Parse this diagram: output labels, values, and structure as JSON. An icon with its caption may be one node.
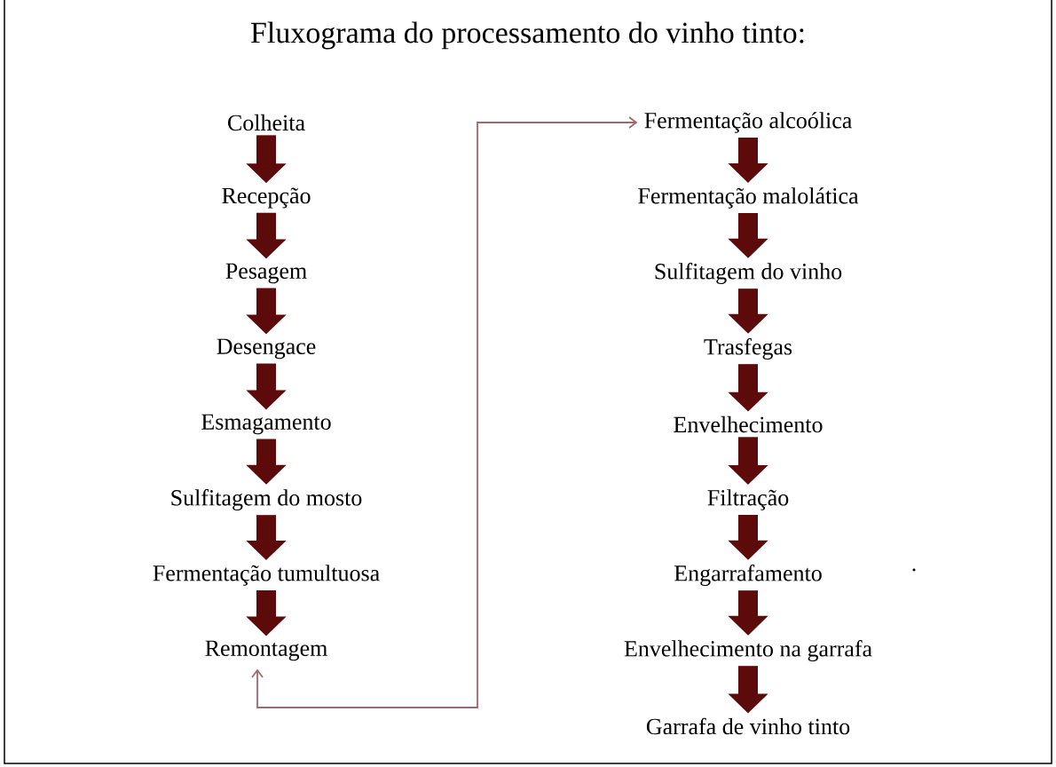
{
  "diagram": {
    "title": "Fluxograma do processamento do vinho tinto:",
    "nodes": [
      {
        "text": [
          "Colheita"
        ]
      },
      {
        "text": [
          "Recepção"
        ]
      },
      {
        "text": [
          "Pesagem"
        ]
      },
      {
        "text": [
          "Desengace"
        ]
      },
      {
        "text": [
          "Esmagamento"
        ]
      },
      {
        "text": [
          "Sulfitagem do mosto"
        ]
      },
      {
        "text": [
          "Fermentação tumultuosa"
        ]
      },
      {
        "text": [
          "Remontagem"
        ]
      },
      {
        "text": [
          "Fermentação alcoólica"
        ]
      },
      {
        "text": [
          "Fermentação malolática"
        ]
      },
      {
        "text": [
          "Sulfitagem do vinho"
        ]
      },
      {
        "text": [
          "Trasfegas"
        ]
      },
      {
        "text": [
          "Envelhecimento"
        ]
      },
      {
        "text": [
          "Filtração"
        ]
      },
      {
        "text": [
          "Engarrafamento"
        ]
      },
      {
        "text": [
          "Envelhecimento na garrafa"
        ]
      },
      {
        "text": [
          "Garrafa de vinho tinto"
        ]
      }
    ],
    "edges": [
      {
        "from": 0,
        "to": 1,
        "arrow": "to"
      },
      {
        "from": 1,
        "to": 2,
        "arrow": "to"
      },
      {
        "from": 2,
        "to": 3,
        "arrow": "to"
      },
      {
        "from": 3,
        "to": 4,
        "arrow": "to"
      },
      {
        "from": 4,
        "to": 5,
        "arrow": "to"
      },
      {
        "from": 5,
        "to": 6,
        "arrow": "to"
      },
      {
        "from": 6,
        "to": 7,
        "arrow": "to"
      },
      {
        "from": 7,
        "to": 8,
        "arrow": "both",
        "color": "#a0686e"
      },
      {
        "from": 8,
        "to": 9,
        "arrow": "to"
      },
      {
        "from": 9,
        "to": 10,
        "arrow": "to"
      },
      {
        "from": 10,
        "to": 11,
        "arrow": "to"
      },
      {
        "from": 11,
        "to": 12,
        "arrow": "to"
      },
      {
        "from": 12,
        "to": 13,
        "arrow": "to"
      },
      {
        "from": 13,
        "to": 14,
        "arrow": "to"
      },
      {
        "from": 14,
        "to": 15,
        "arrow": "to"
      },
      {
        "from": 15,
        "to": 16,
        "arrow": "to"
      }
    ],
    "labels": [
      "."
    ]
  }
}
